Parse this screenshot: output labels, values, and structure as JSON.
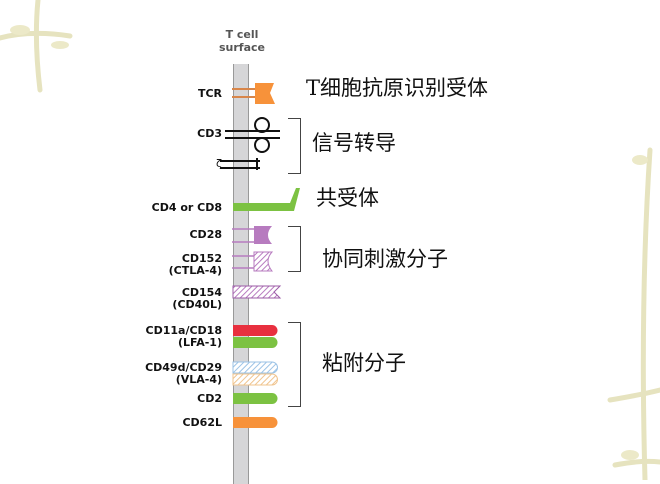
{
  "header": {
    "title_line1": "T cell",
    "title_line2": "surface"
  },
  "molecules": [
    {
      "label": "TCR",
      "color": "#f7923a"
    },
    {
      "label": "CD3"
    },
    {
      "label": "ζ"
    },
    {
      "label": "CD4 or CD8",
      "color": "#7cc242"
    },
    {
      "label": "CD28",
      "color": "#b77bbf"
    },
    {
      "label": "CD152",
      "sub": "(CTLA-4)"
    },
    {
      "label": "CD154",
      "sub": "(CD40L)"
    },
    {
      "label": "CD11a/CD18",
      "sub": "(LFA-1)",
      "color": "#e8303f"
    },
    {
      "label": "CD49d/CD29",
      "sub": "(VLA-4)"
    },
    {
      "label": "CD2"
    },
    {
      "label": "CD62L"
    }
  ],
  "groups": [
    "T细胞抗原识别受体",
    "信号转导",
    "共受体",
    "协同刺激分子",
    "粘附分子"
  ]
}
